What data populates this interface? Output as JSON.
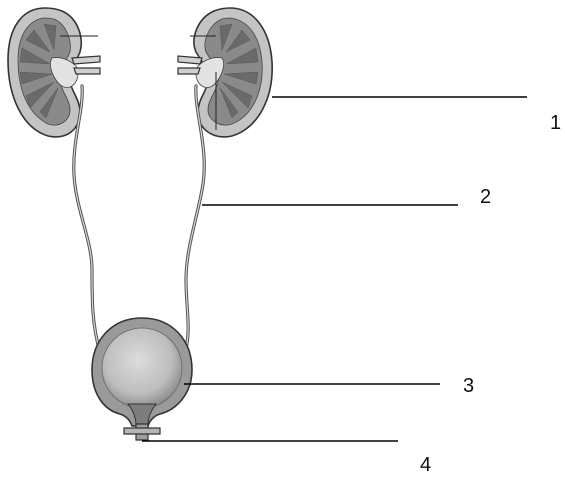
{
  "labels": {
    "kidney": "1",
    "ureter": "2",
    "bladder": "3",
    "urethra": "4"
  },
  "colors": {
    "outline": "#3a3a3a",
    "cortex": "#bfbfbf",
    "medulla": "#7d7d7d",
    "pelvis": "#d9d9d9",
    "bladder_wall": "#9a9a9a",
    "bladder_fill": "#c8c8c8",
    "leader": "#000000"
  }
}
